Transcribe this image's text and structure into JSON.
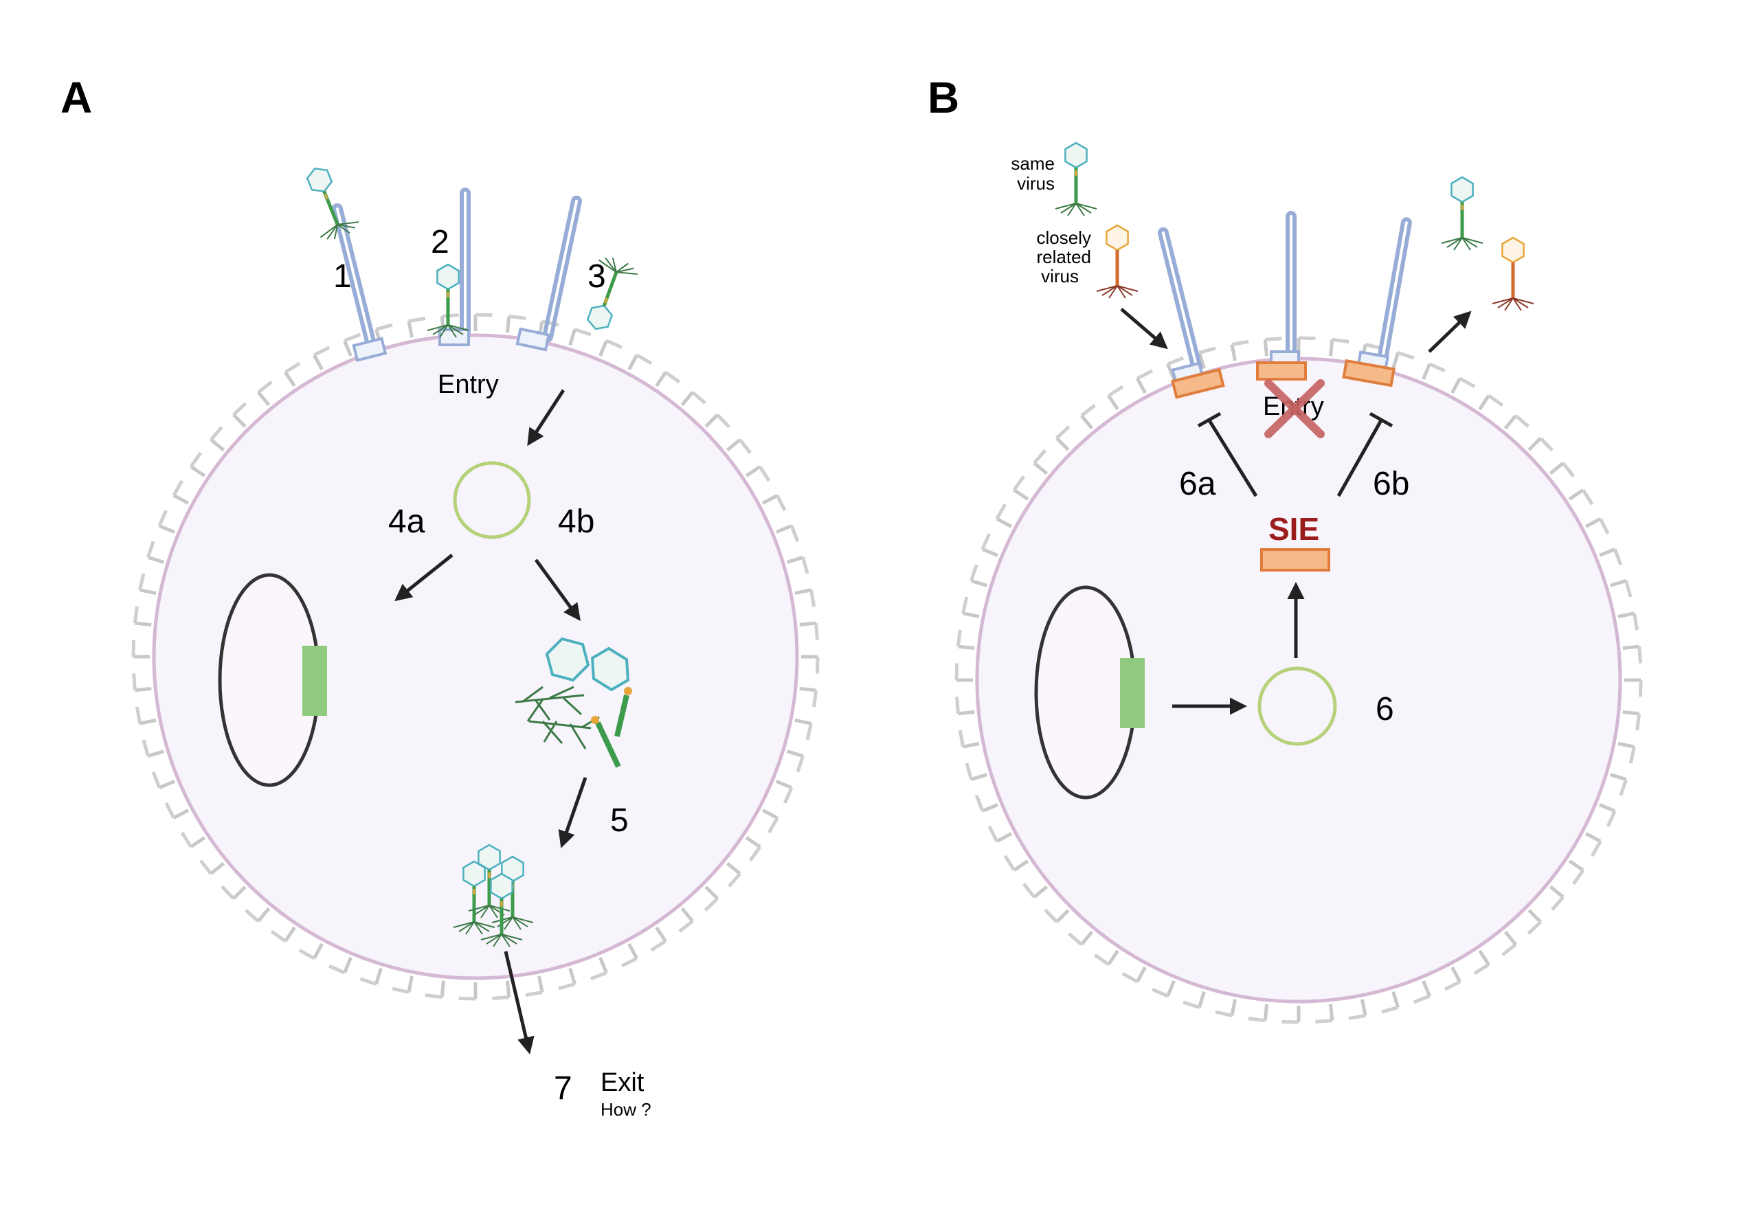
{
  "panels": {
    "a": {
      "label": "A",
      "steps": [
        "1",
        "2",
        "3"
      ],
      "entry": "Entry",
      "step_4a": "4a",
      "step_4b": "4b",
      "step_5": "5",
      "step_7": "7",
      "exit": "Exit",
      "exit_note": "How ?"
    },
    "b": {
      "label": "B",
      "same_virus": [
        "same",
        "virus"
      ],
      "closely_related": [
        "closely",
        "related",
        "virus"
      ],
      "entry": "Entry",
      "step_6a": "6a",
      "step_6b": "6b",
      "step_6": "6",
      "sie": "SIE"
    }
  },
  "colors": {
    "cell_fill": "#f7f4fc",
    "cell_stroke": "#d4b8d4",
    "receptor": "#97acd6",
    "receptor_blocked": "#f5b98a",
    "plasmid": "#333333",
    "insert": "#8fca7e",
    "circle_dna": "#b5d17a",
    "phage_head": "#4db0bf",
    "phage_head_related": "#e8a63a",
    "phage_tail": "#3c9c4c",
    "phage_tail_related": "#d46b2c",
    "cross": "#c46060",
    "sie_text": "#9b1c1c"
  }
}
